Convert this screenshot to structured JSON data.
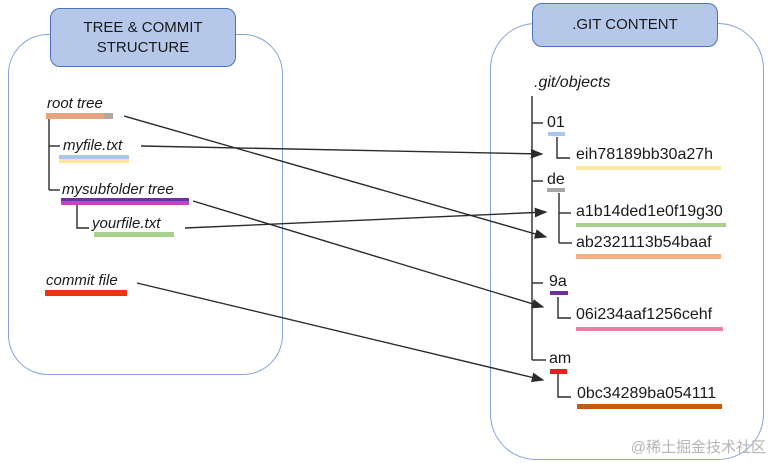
{
  "left_panel": {
    "title": "TREE & COMMIT STRUCTURE",
    "root_tree": {
      "label": "root tree",
      "bar_color": "#e2a47e",
      "bar_tip_color": "#b3a89b"
    },
    "myfile": {
      "label": "myfile.txt",
      "bar_color_top": "#aac7e8",
      "bar_color_bottom": "#ffe699"
    },
    "mysubfolder": {
      "label": "mysubfolder tree",
      "bar_color_top": "#7030a0",
      "bar_color_bottom": "#cb3fcb"
    },
    "yourfile": {
      "label": "yourfile.txt",
      "bar_color": "#a9d18e"
    },
    "commit": {
      "label": "commit file",
      "bar_color": "#e63812"
    }
  },
  "right_panel": {
    "title": ".GIT CONTENT",
    "root_label": ".git/objects",
    "folder_01": {
      "name": "01",
      "bar_color": "#aac7e8"
    },
    "hash_eih": {
      "value": "eih78189bb30a27h",
      "bar_color": "#ffe9a0"
    },
    "folder_de": {
      "name": "de",
      "bar_color": "#a6a6a6"
    },
    "hash_a1b": {
      "value": "a1b14ded1e0f19g30",
      "bar_color": "#a9d18e"
    },
    "hash_ab2": {
      "value": "ab2321113b54baaf",
      "bar_color": "#f4b183"
    },
    "folder_9a": {
      "name": "9a",
      "bar_color": "#7030a0"
    },
    "hash_06i": {
      "value": "06i234aaf1256cehf",
      "bar_color": "#ef7cab"
    },
    "folder_am": {
      "name": "am",
      "bar_color": "#ed1c24"
    },
    "hash_0bc": {
      "value": "0bc34289ba054111",
      "bar_color": "#c55a11"
    }
  },
  "connections": [
    {
      "from": "myfile.txt",
      "to": "eih78189bb30a27h"
    },
    {
      "from": "root tree",
      "to": "ab2321113b54baaf"
    },
    {
      "from": "yourfile.txt",
      "to": "a1b14ded1e0f19g30"
    },
    {
      "from": "mysubfolder tree",
      "to": "06i234aaf1256cehf"
    },
    {
      "from": "commit file",
      "to": "0bc34289ba054111"
    }
  ],
  "watermark": "@稀土掘金技术社区",
  "colors": {
    "box_border": "#84a3d8",
    "header_fill": "#b6c8e9",
    "header_border": "#4a74b9",
    "line": "#2b2b2b",
    "text": "#1a1a1a",
    "watermark": "#b5b5b5"
  }
}
